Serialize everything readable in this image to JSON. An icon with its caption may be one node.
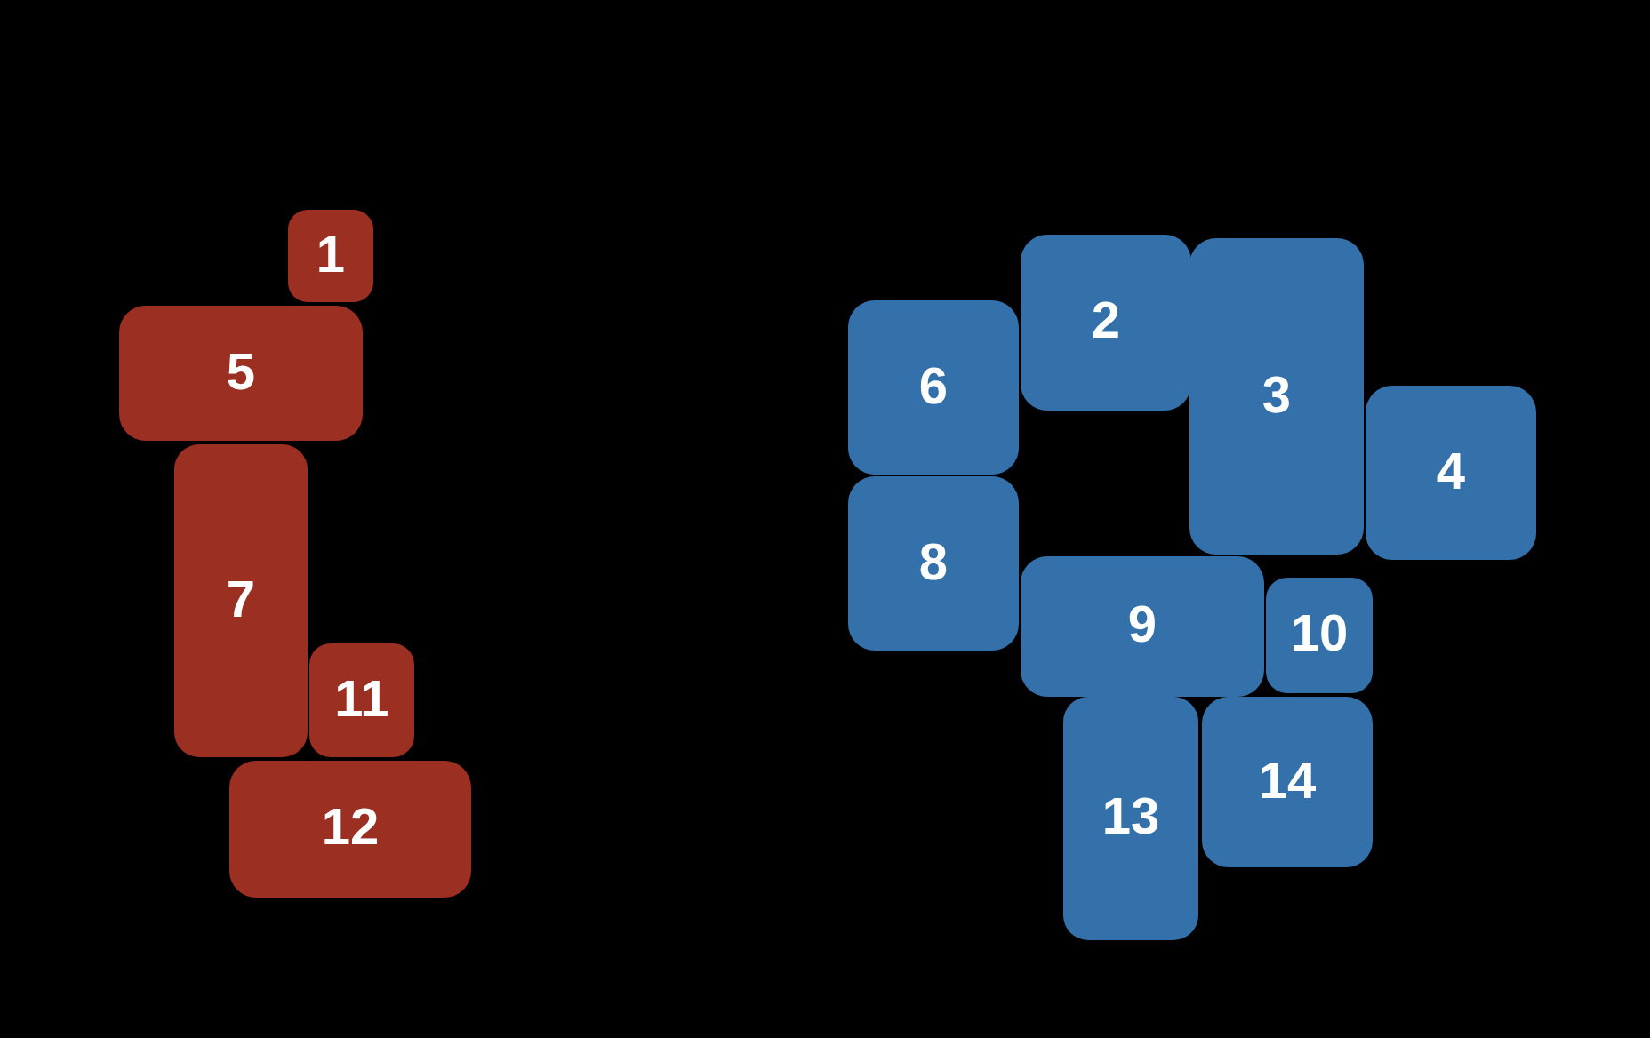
{
  "diagram": {
    "nodes": [
      {
        "text": [
          "1"
        ]
      },
      {
        "text": [
          "2"
        ]
      },
      {
        "text": [
          "3"
        ]
      },
      {
        "text": [
          "4"
        ]
      },
      {
        "text": [
          "5"
        ]
      },
      {
        "text": [
          "6"
        ]
      },
      {
        "text": [
          "7"
        ]
      },
      {
        "text": [
          "8"
        ]
      },
      {
        "text": [
          "9"
        ]
      },
      {
        "text": [
          "10"
        ]
      },
      {
        "text": [
          "11"
        ]
      },
      {
        "text": [
          "12"
        ]
      },
      {
        "text": [
          "13"
        ]
      },
      {
        "text": [
          "14"
        ]
      }
    ]
  }
}
